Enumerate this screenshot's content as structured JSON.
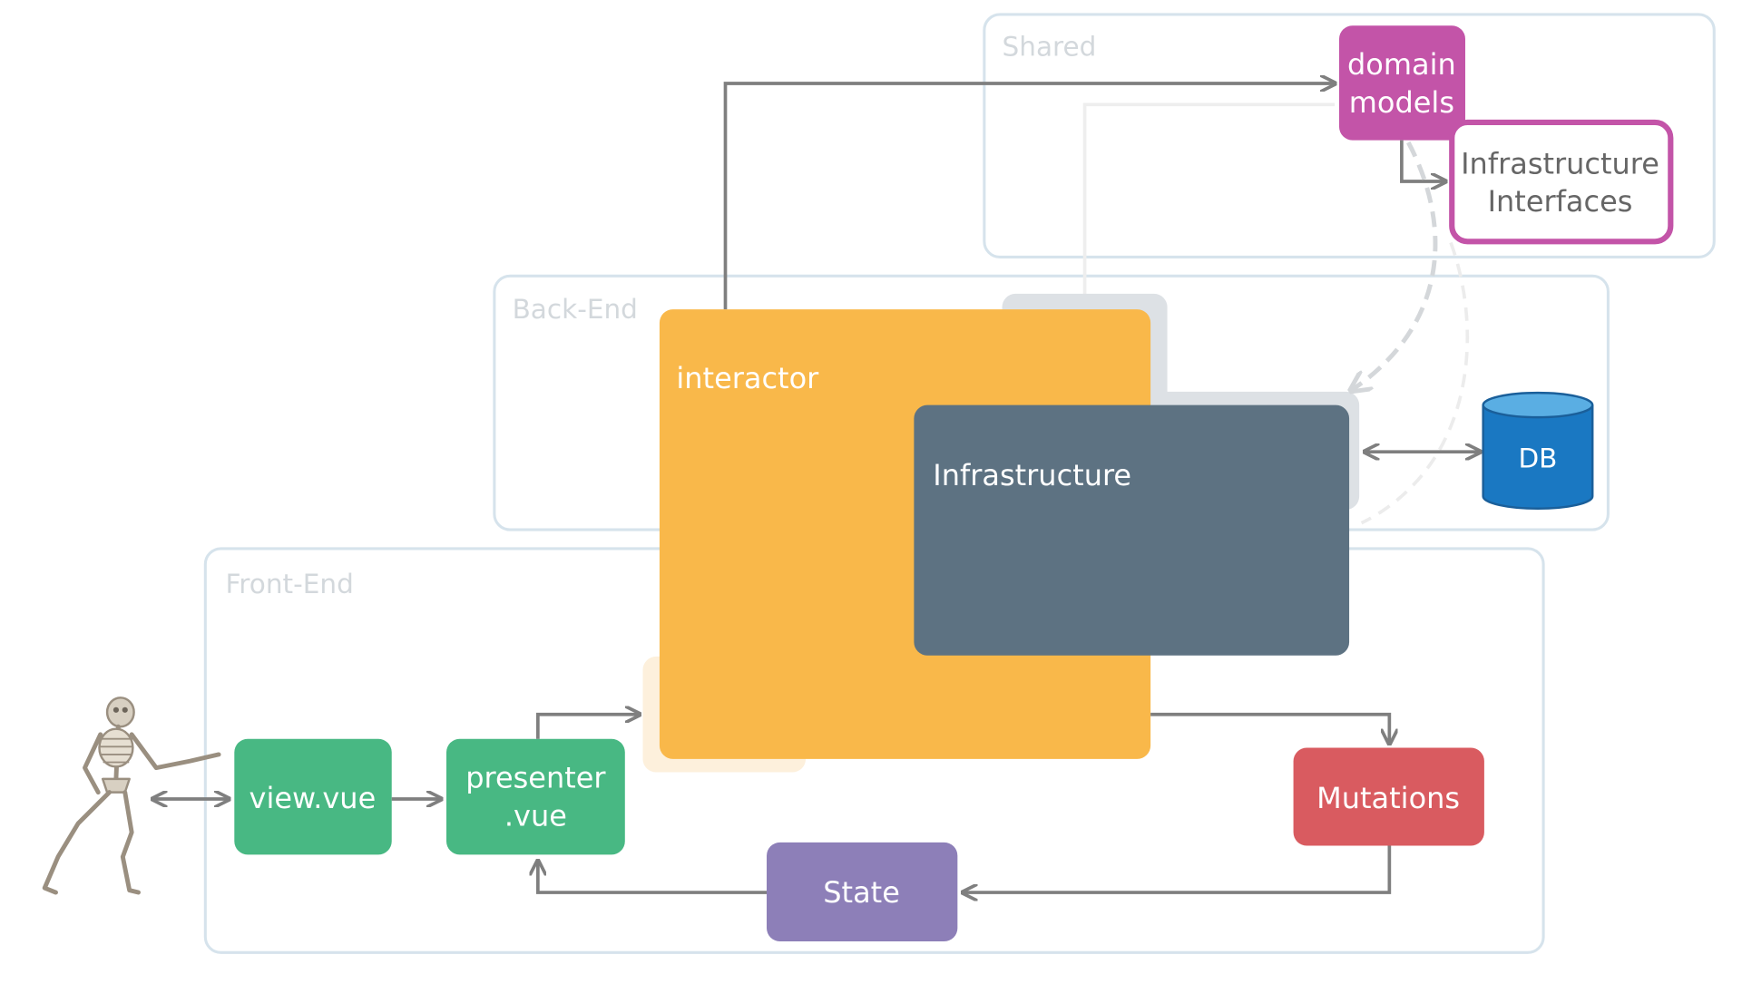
{
  "zones": {
    "shared": "Shared",
    "backend": "Back-End",
    "frontend": "Front-End"
  },
  "nodes": {
    "domain_models_line1": "domain",
    "domain_models_line2": "models",
    "infra_interfaces_line1": "Infrastructure",
    "infra_interfaces_line2": "Interfaces",
    "interactor": "interactor",
    "infrastructure": "Infrastructure",
    "db": "DB",
    "view": "view.vue",
    "presenter_line1": "presenter",
    "presenter_line2": ".vue",
    "mutations": "Mutations",
    "state": "State"
  },
  "colors": {
    "zone_border": "#d6e3ec",
    "zone_label": "#d3d8dc",
    "arrow": "#7f7f7f",
    "domain_models": "#c354a8",
    "interactor": "#f9b84a",
    "infrastructure": "#5d7282",
    "db": "#1a78c2",
    "db_top": "#5aaee3",
    "view": "#48b883",
    "presenter": "#48b883",
    "mutations": "#d95b60",
    "state": "#8d7fb8",
    "ghost": "#dde1e5",
    "ghost_orange": "#fdf0dc"
  },
  "icons": {
    "user": "skeleton-figure-icon"
  }
}
